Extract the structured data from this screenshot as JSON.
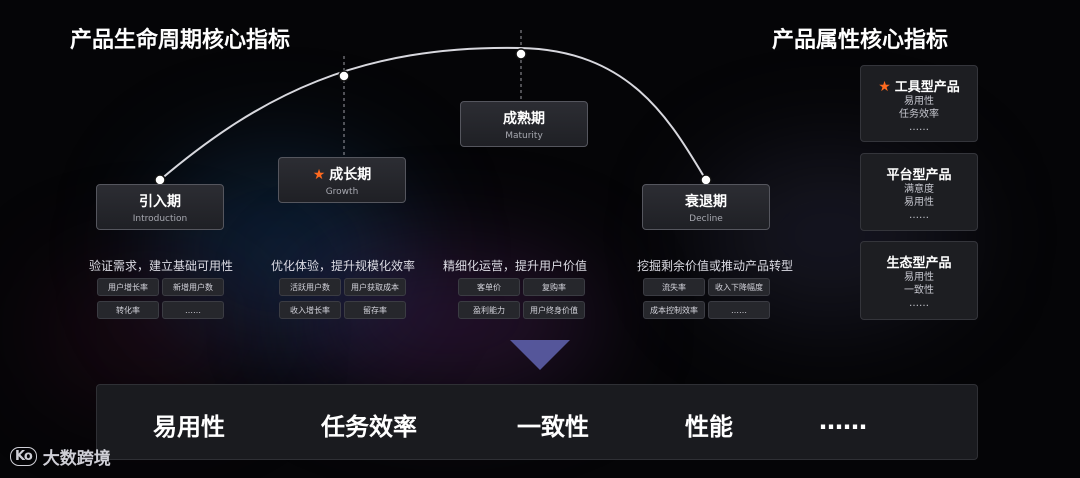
{
  "titles": {
    "lifecycle": "产品生命周期核心指标",
    "attributes": "产品属性核心指标"
  },
  "stages": [
    {
      "name": "引入期",
      "en": "Introduction",
      "starred": false,
      "desc": "验证需求，建立基础可用性",
      "tags": [
        "用户增长率",
        "新增用户数",
        "转化率",
        "……"
      ]
    },
    {
      "name": "成长期",
      "en": "Growth",
      "starred": true,
      "desc": "优化体验，提升规模化效率",
      "tags": [
        "活跃用户数",
        "用户获取成本",
        "收入增长率",
        "留存率"
      ]
    },
    {
      "name": "成熟期",
      "en": "Maturity",
      "starred": false,
      "desc": "精细化运营，提升用户价值",
      "tags": [
        "客单价",
        "复购率",
        "盈利能力",
        "用户终身价值"
      ]
    },
    {
      "name": "衰退期",
      "en": "Decline",
      "starred": false,
      "desc": "挖掘剩余价值或推动产品转型",
      "tags": [
        "流失率",
        "收入下降幅度",
        "成本控制效率",
        "……"
      ]
    }
  ],
  "attributes": [
    {
      "title": "工具型产品",
      "starred": true,
      "items": [
        "易用性",
        "任务效率",
        "……"
      ]
    },
    {
      "title": "平台型产品",
      "starred": false,
      "items": [
        "满意度",
        "易用性",
        "……"
      ]
    },
    {
      "title": "生态型产品",
      "starred": false,
      "items": [
        "易用性",
        "一致性",
        "……"
      ]
    }
  ],
  "keywords": [
    "易用性",
    "任务效率",
    "一致性",
    "性能",
    "……"
  ],
  "logo": {
    "mark": "Ko",
    "text": "大数跨境"
  },
  "icons": {
    "star": "star-icon",
    "arrow": "down-triangle-icon"
  },
  "colors": {
    "star": "#ff6a1f",
    "arrow": "#5c5ea8"
  }
}
